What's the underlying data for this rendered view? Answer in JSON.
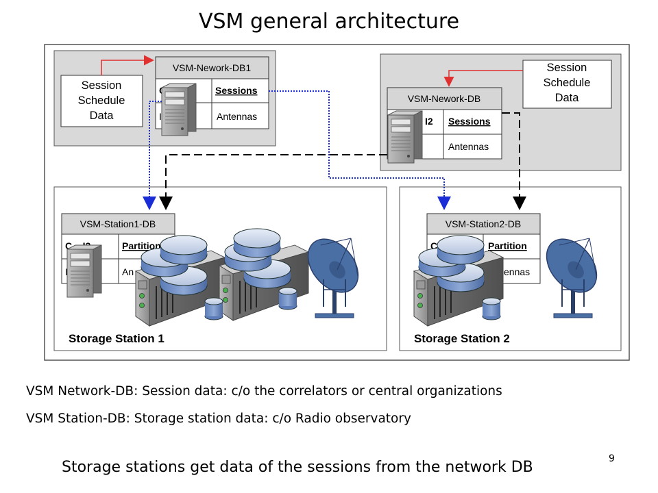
{
  "title": "VSM general architecture",
  "network_db_1": {
    "header": "VSM-Nework-DB1",
    "col1_partial": "C",
    "col2_header": "Sessions",
    "row2_left": "I",
    "row2_right": "Antennas"
  },
  "network_db_2": {
    "header": "VSM-Nework-DB",
    "col1_partial": "I2",
    "col2_header": "Sessions",
    "row2_right": "Antennas"
  },
  "schedule_1": {
    "line1": "Session",
    "line2": "Schedule",
    "line3": "Data"
  },
  "schedule_2": {
    "line1": "Session",
    "line2": "Schedule",
    "line3": "Data"
  },
  "station_db_1": {
    "header": "VSM-Station1-DB",
    "col1_partial": "C...,I2",
    "col2_header": "Partition",
    "row2_left": "I",
    "row2_right": "An"
  },
  "station_db_2": {
    "header": "VSM-Station2-DB",
    "col1_partial": "C",
    "col2_header": "Partition",
    "row2_right": "ennas"
  },
  "storage_station_1": "Storage Station 1",
  "storage_station_2": "Storage Station 2",
  "notes": {
    "line1": "VSM Network-DB:  Session data:  c/o the correlators or central organizations",
    "line2": "VSM Station-DB: Storage station data: c/o Radio observatory"
  },
  "bottom_text": "Storage stations get data of the sessions from the network DB",
  "page_number": "9",
  "colors": {
    "panel_gray": "#d9d9d9",
    "table_header_gray": "#d6d6d6",
    "red_arrow": "#e03030",
    "blue_dotted": "#1a2cd6",
    "black_dashed": "#000000",
    "dish_blue": "#4a6fa5",
    "disk_blue": "#6b8cc0"
  }
}
